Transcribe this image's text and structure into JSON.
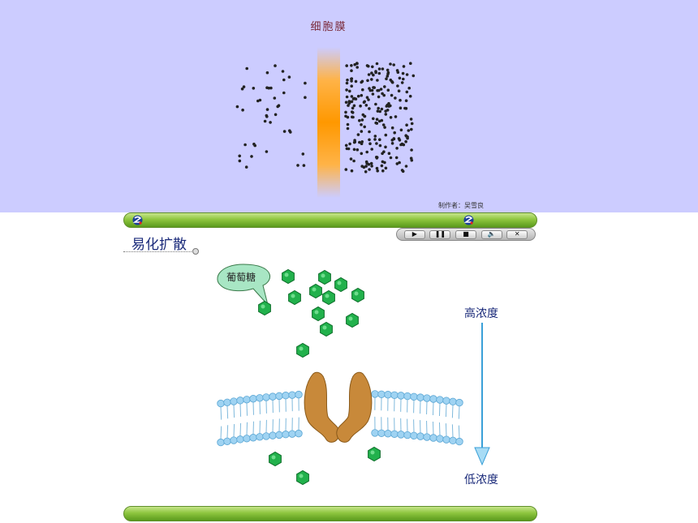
{
  "top_panel": {
    "membrane_label": "细胞膜",
    "author_credit": "制作者：吴雪良"
  },
  "player": {
    "buttons": [
      {
        "name": "play-icon",
        "glyph": "▶"
      },
      {
        "name": "pause-icon",
        "glyph": "❚❚"
      },
      {
        "name": "stop-icon",
        "glyph": "■"
      },
      {
        "name": "volume-icon",
        "glyph": "🔈"
      },
      {
        "name": "close-icon",
        "glyph": "✕"
      }
    ]
  },
  "main": {
    "section_title": "易化扩散",
    "glucose_label": "葡萄糖",
    "high_concentration": "高浓度",
    "low_concentration": "低浓度"
  },
  "colors": {
    "panel_bg": "#ccccff",
    "bar_green": "#8ec63f",
    "glucose_green": "#22b14c",
    "carrier_brown": "#c8893a",
    "lipid_head": "#9fd3f2",
    "arrow_blue": "#3aa0d8"
  }
}
